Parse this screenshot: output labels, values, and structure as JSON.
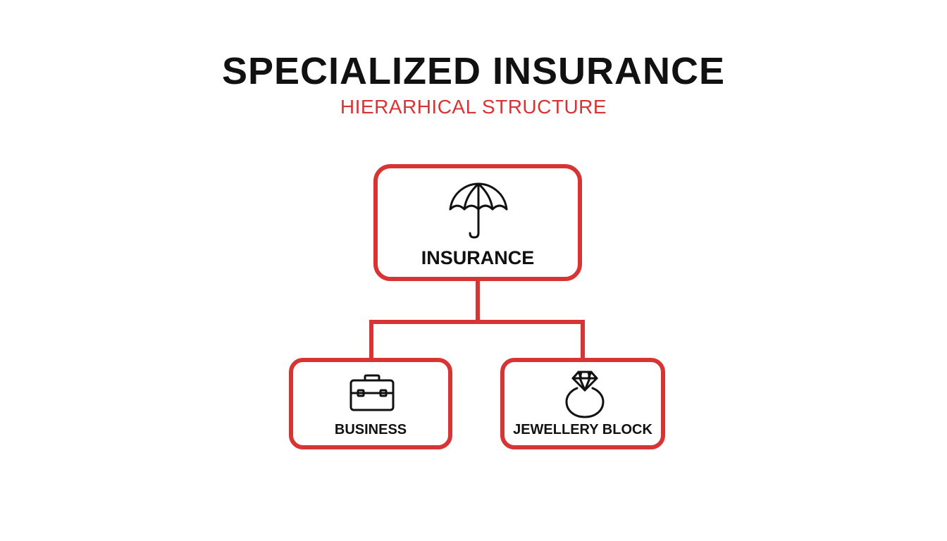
{
  "header": {
    "title": "SPECIALIZED INSURANCE",
    "subtitle": "HIERARHICAL STRUCTURE"
  },
  "colors": {
    "accent": "#d93434",
    "text": "#111111",
    "background": "#ffffff"
  },
  "tree": {
    "root": {
      "label": "INSURANCE",
      "icon": "umbrella-icon"
    },
    "children": [
      {
        "label": "BUSINESS",
        "icon": "briefcase-icon"
      },
      {
        "label": "JEWELLERY BLOCK",
        "icon": "diamond-ring-icon"
      }
    ]
  }
}
